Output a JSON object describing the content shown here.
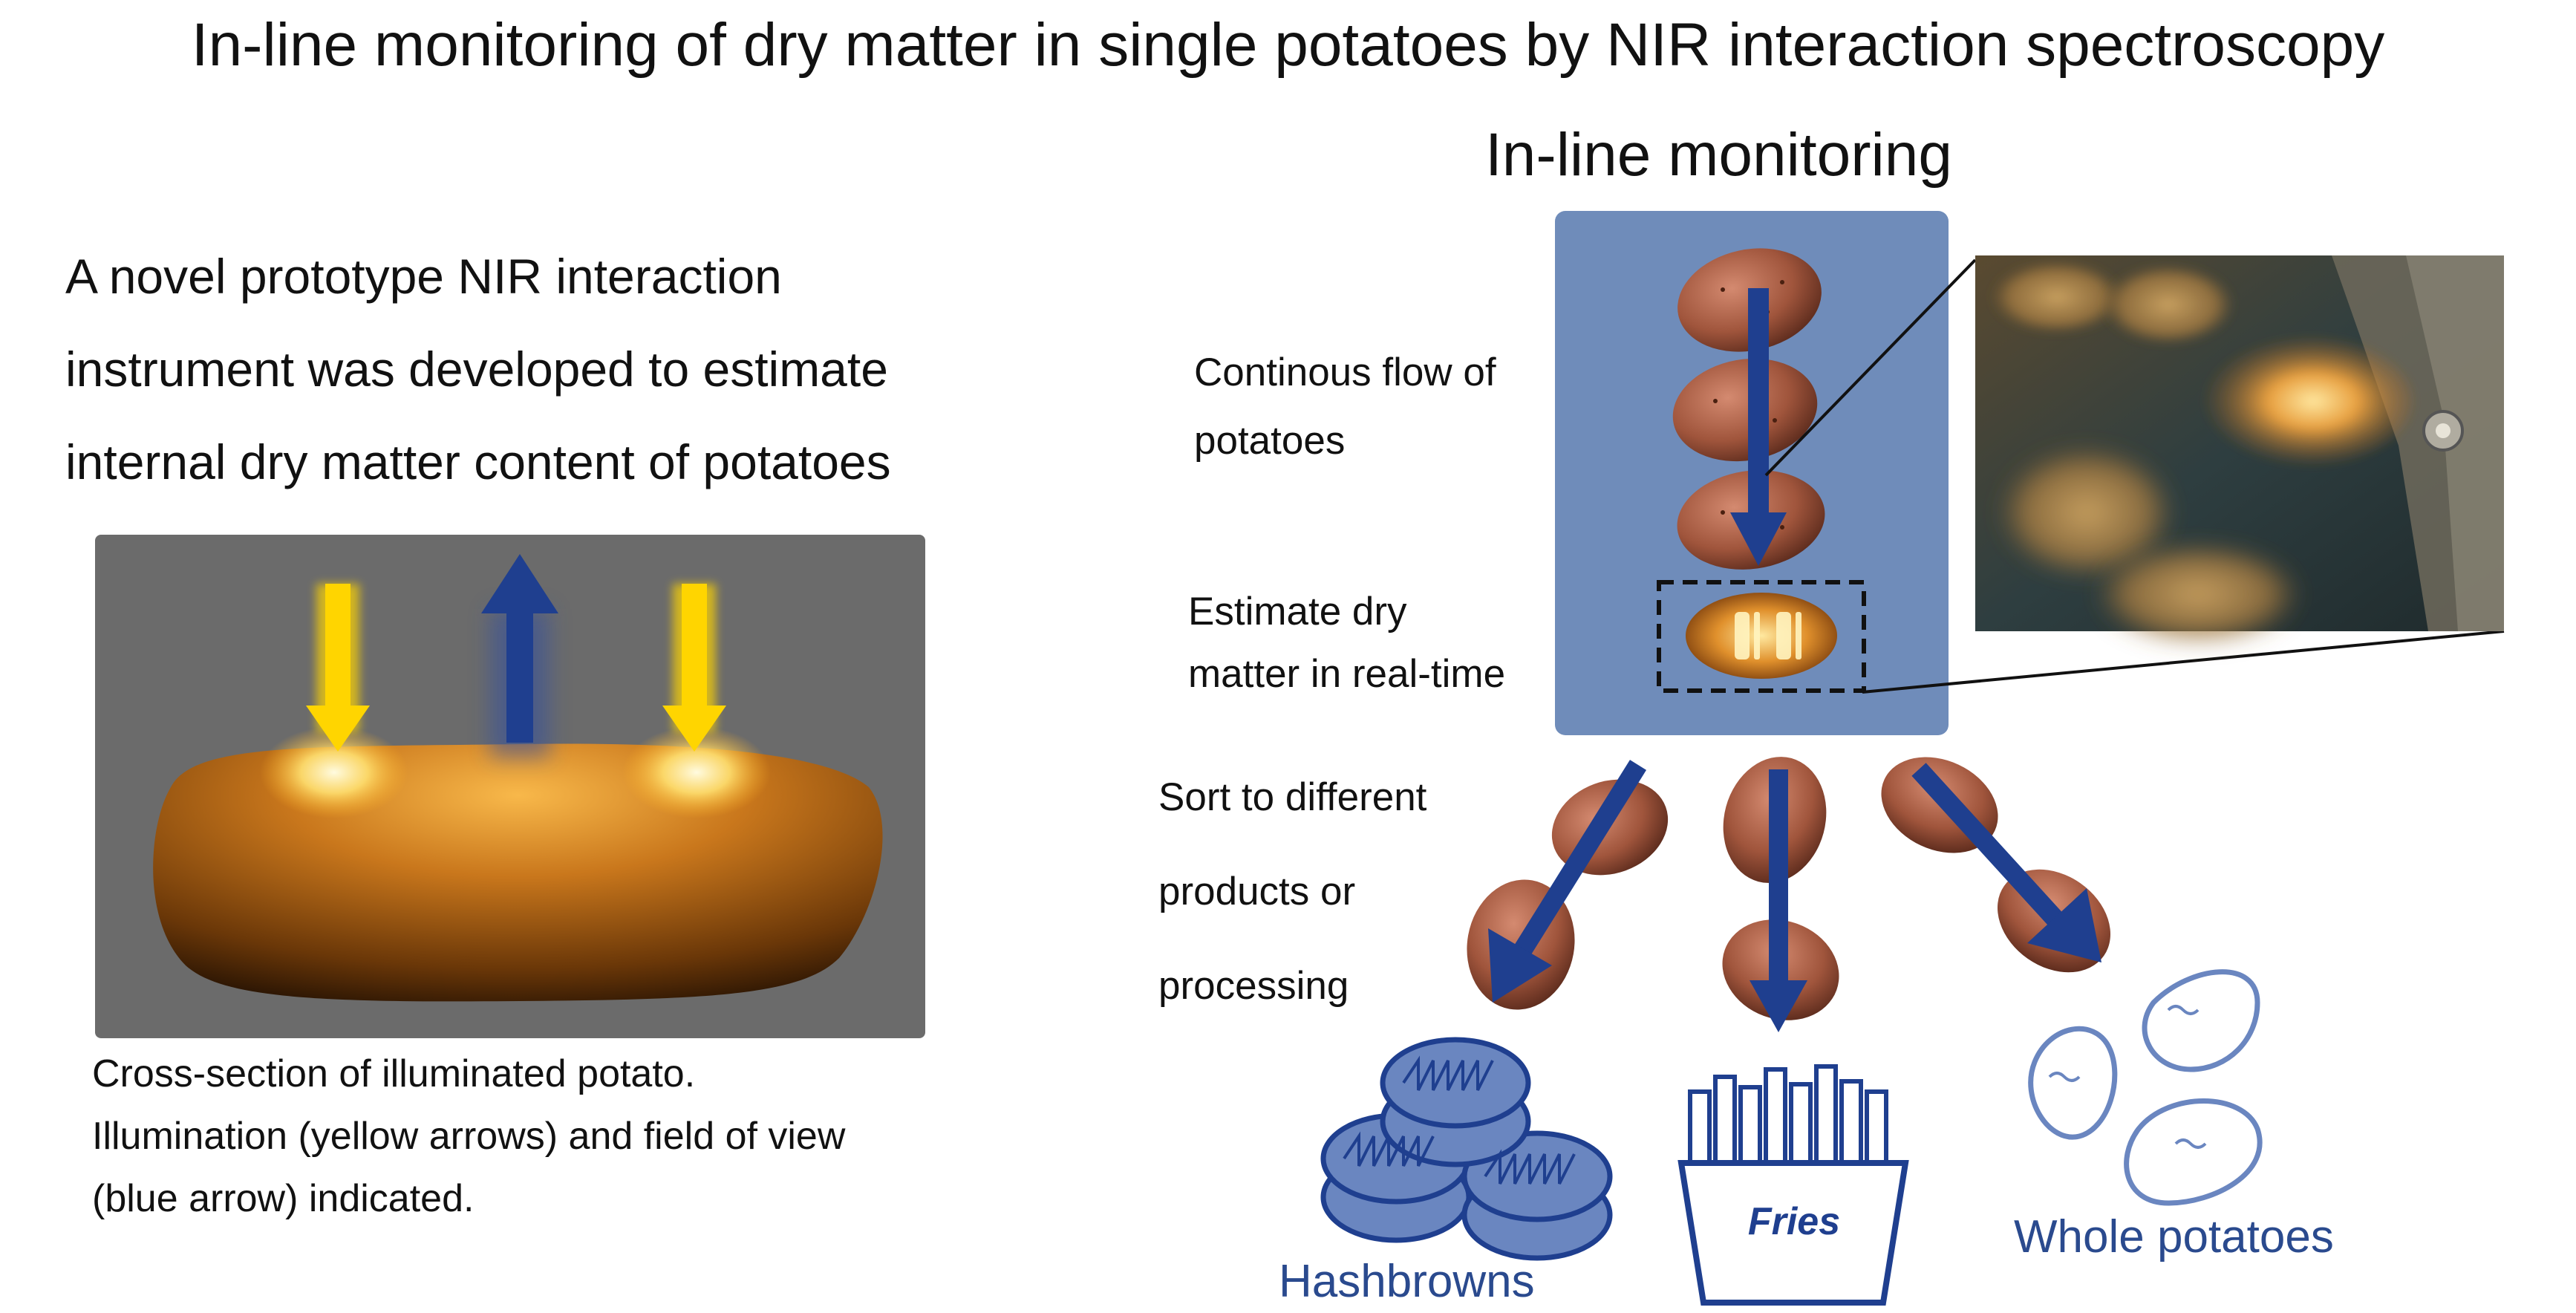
{
  "title": "In-line monitoring of dry matter in single potatoes by NIR interaction spectroscopy",
  "section_title": "In-line monitoring",
  "intro": {
    "lines": [
      "A novel prototype NIR interaction",
      "instrument was developed to estimate",
      "internal dry matter content of potatoes"
    ]
  },
  "caption": {
    "lines": [
      "Cross-section of illuminated potato.",
      "Illumination (yellow arrows) and field of view",
      "(blue arrow) indicated."
    ]
  },
  "flow_label": {
    "lines": [
      "Continous flow of",
      "potatoes"
    ]
  },
  "estimate_label": {
    "lines": [
      "Estimate dry",
      "matter in real-time"
    ]
  },
  "sort_label": {
    "lines": [
      "Sort to different",
      "products or",
      "processing"
    ]
  },
  "products": {
    "hashbrowns": "Hashbrowns",
    "fries": "Fries",
    "whole": "Whole potatoes"
  },
  "colors": {
    "accent_blue": "#1f3f8f",
    "panel_blue": "#6f8cba",
    "yellow": "#ffd500",
    "potato_glow": "#f2a020",
    "product_blue": "#2a4a8e"
  }
}
